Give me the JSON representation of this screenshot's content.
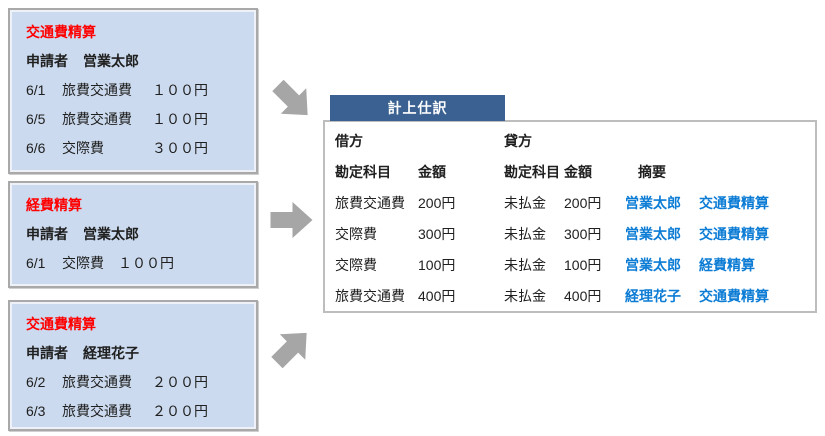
{
  "colors": {
    "box_bg": "#CBDAEE",
    "box_border": "#A9A9A9",
    "tab_bg": "#3A6191",
    "tab_text": "#FFFFFF",
    "arrow": "#A6A6A6",
    "title_red": "#FF0000",
    "link_blue": "#0C7CD5",
    "table_border": "#BDBDBD",
    "text": "#202020"
  },
  "boxes": [
    {
      "title": "交通費精算",
      "applicant_label": "申請者",
      "applicant_name": "営業太郎",
      "rows": [
        {
          "date": "6/1",
          "account": "旅費交通費",
          "amount": "１００円"
        },
        {
          "date": "6/5",
          "account": "旅費交通費",
          "amount": "１００円"
        },
        {
          "date": "6/6",
          "account": "交際費",
          "amount": "３００円"
        }
      ]
    },
    {
      "title": "経費精算",
      "applicant_label": "申請者",
      "applicant_name": "営業太郎",
      "rows": [
        {
          "date": "6/1",
          "account": "交際費",
          "amount": "１００円"
        }
      ]
    },
    {
      "title": "交通費精算",
      "applicant_label": "申請者",
      "applicant_name": "経理花子",
      "rows": [
        {
          "date": "6/2",
          "account": "旅費交通費",
          "amount": "２００円"
        },
        {
          "date": "6/3",
          "account": "旅費交通費",
          "amount": "２００円"
        }
      ]
    }
  ],
  "journal": {
    "tab_title": "計上仕訳",
    "debit_label": "借方",
    "credit_label": "貸方",
    "col_account": "勘定科目",
    "col_amount": "金額",
    "col_summary": "摘要",
    "rows": [
      {
        "debit_account": "旅費交通費",
        "debit_amount": "200円",
        "credit_account": "未払金",
        "credit_amount": "200円",
        "summary_person": "営業太郎",
        "summary_doc": "交通費精算"
      },
      {
        "debit_account": "交際費",
        "debit_amount": "300円",
        "credit_account": "未払金",
        "credit_amount": "300円",
        "summary_person": "営業太郎",
        "summary_doc": "交通費精算"
      },
      {
        "debit_account": "交際費",
        "debit_amount": "100円",
        "credit_account": "未払金",
        "credit_amount": "100円",
        "summary_person": "営業太郎",
        "summary_doc": "経費精算"
      },
      {
        "debit_account": "旅費交通費",
        "debit_amount": "400円",
        "credit_account": "未払金",
        "credit_amount": "400円",
        "summary_person": "経理花子",
        "summary_doc": "交通費精算"
      }
    ]
  },
  "arrows": [
    {
      "name": "arrow-down-right"
    },
    {
      "name": "arrow-right"
    },
    {
      "name": "arrow-up-right"
    }
  ]
}
